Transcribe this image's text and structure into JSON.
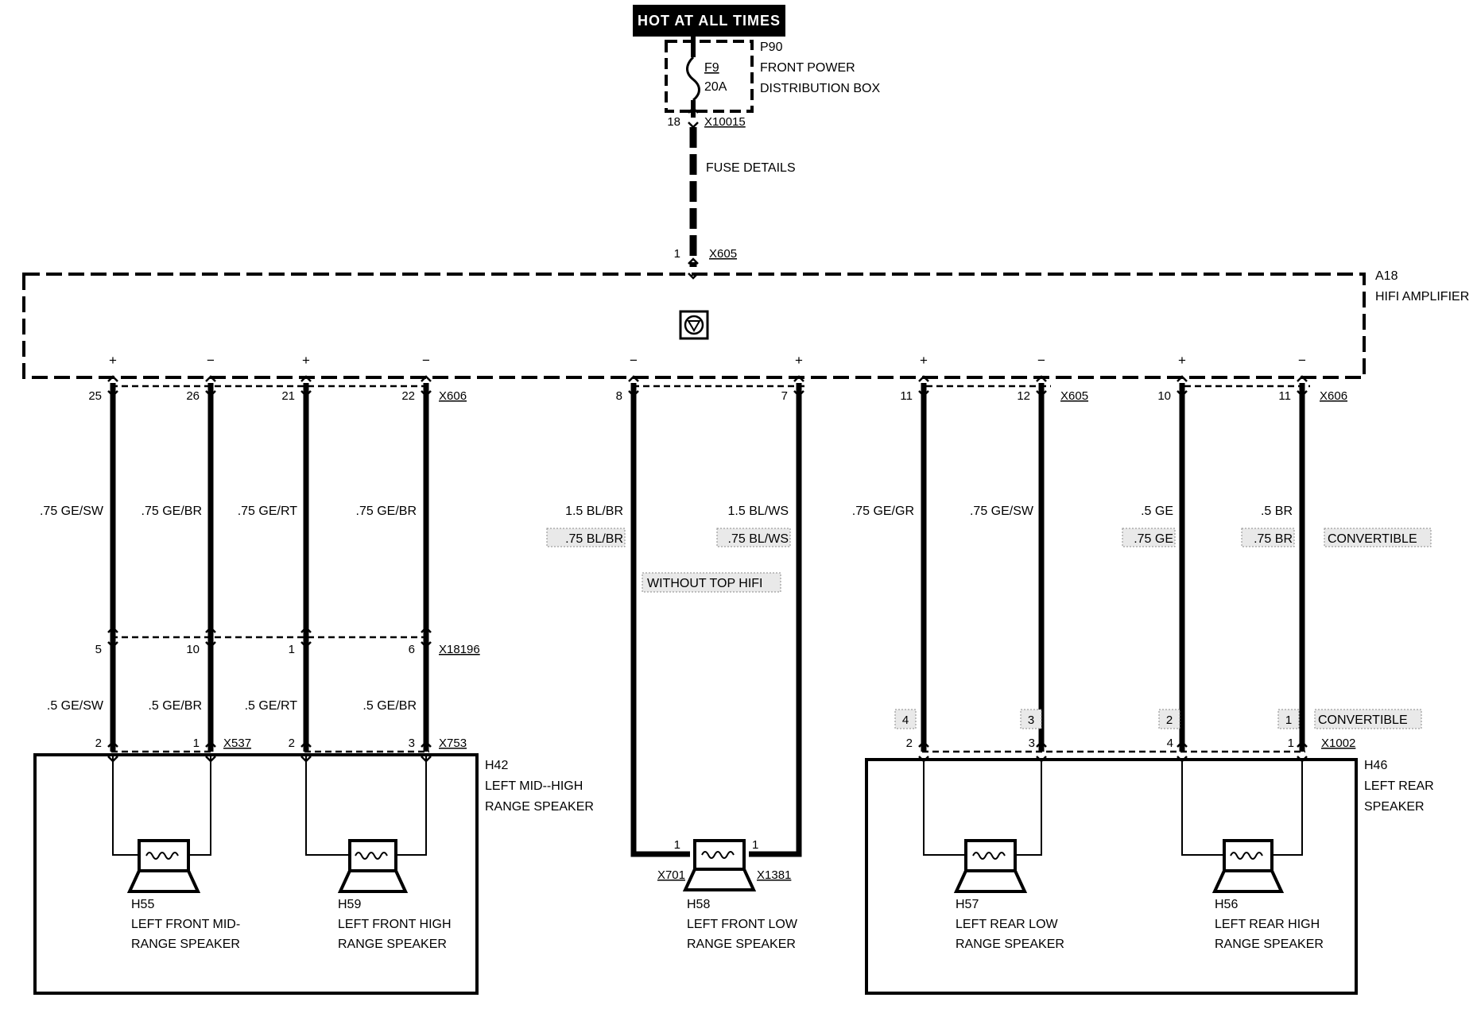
{
  "power": {
    "source": "HOT AT ALL TIMES"
  },
  "fuse": {
    "id": "F9",
    "rating": "20A",
    "pin": "18",
    "connector": "X10015"
  },
  "fuse_box": {
    "id": "P90",
    "name_line1": "FRONT POWER",
    "name_line2": "DISTRIBUTION BOX"
  },
  "fuse_details": "FUSE DETAILS",
  "amp_input": {
    "pin": "1",
    "connector": "X605"
  },
  "amplifier": {
    "id": "A18",
    "name": "HIFI AMPLIFIER"
  },
  "amp_output_connectors": [
    "X606",
    "X605",
    "X606"
  ],
  "signs": [
    "+",
    "−",
    "+",
    "−",
    "−",
    "+",
    "+",
    "−",
    "+",
    "−"
  ],
  "amp_pins": [
    "25",
    "26",
    "21",
    "22",
    "8",
    "7",
    "11",
    "12",
    "10",
    "11"
  ],
  "wires_upper": [
    ".75  GE/SW",
    ".75 GE/BR",
    ".75  GE/RT",
    ".75 GE/BR",
    "1.5 BL/BR",
    "1.5 BL/WS",
    ".75 GE/GR",
    ".75 GE/SW",
    ".5 GE",
    ".5 BR"
  ],
  "wires_convertible": [
    ".75 BL/BR",
    ".75 BL/WS",
    ".75 GE",
    ".75 BR"
  ],
  "without_top_hifi": "WITHOUT TOP HIFI",
  "convertible_label": "CONVERTIBLE",
  "inline_connector": {
    "id": "X18196",
    "pins": [
      "5",
      "10",
      "1",
      "6"
    ]
  },
  "wires_lower": [
    ".5 GE/SW",
    ".5 GE/BR",
    ".5 GE/RT",
    ".5 GE/BR"
  ],
  "rear_convertible_pins": [
    "4",
    "3",
    "2",
    "1"
  ],
  "speaker_connectors": {
    "x537": {
      "id": "X537",
      "pins": [
        "2",
        "1"
      ]
    },
    "x753": {
      "id": "X753",
      "pins": [
        "2",
        "3"
      ]
    },
    "x1002": {
      "id": "X1002",
      "pins": [
        "2",
        "3",
        "4",
        "1"
      ]
    },
    "x701": {
      "id": "X701",
      "pin": "1"
    },
    "x1381": {
      "id": "X1381",
      "pin": "1"
    }
  },
  "h42": {
    "id": "H42",
    "line1": "LEFT MID--HIGH",
    "line2": "RANGE SPEAKER"
  },
  "h46": {
    "id": "H46",
    "line1": "LEFT REAR",
    "line2": "SPEAKER"
  },
  "speakers": {
    "h55": {
      "id": "H55",
      "line1": "LEFT FRONT MID-",
      "line2": "RANGE SPEAKER"
    },
    "h59": {
      "id": "H59",
      "line1": "LEFT FRONT HIGH",
      "line2": "RANGE SPEAKER"
    },
    "h58": {
      "id": "H58",
      "line1": "LEFT FRONT LOW",
      "line2": "RANGE SPEAKER"
    },
    "h57": {
      "id": "H57",
      "line1": "LEFT REAR LOW",
      "line2": "RANGE SPEAKER"
    },
    "h56": {
      "id": "H56",
      "line1": "LEFT REAR HIGH",
      "line2": "RANGE SPEAKER"
    }
  },
  "icons": {
    "amplifier_symbol": "amplifier-symbol-icon",
    "fuse_symbol": "fuse-icon",
    "speaker_symbol": "speaker-icon"
  }
}
